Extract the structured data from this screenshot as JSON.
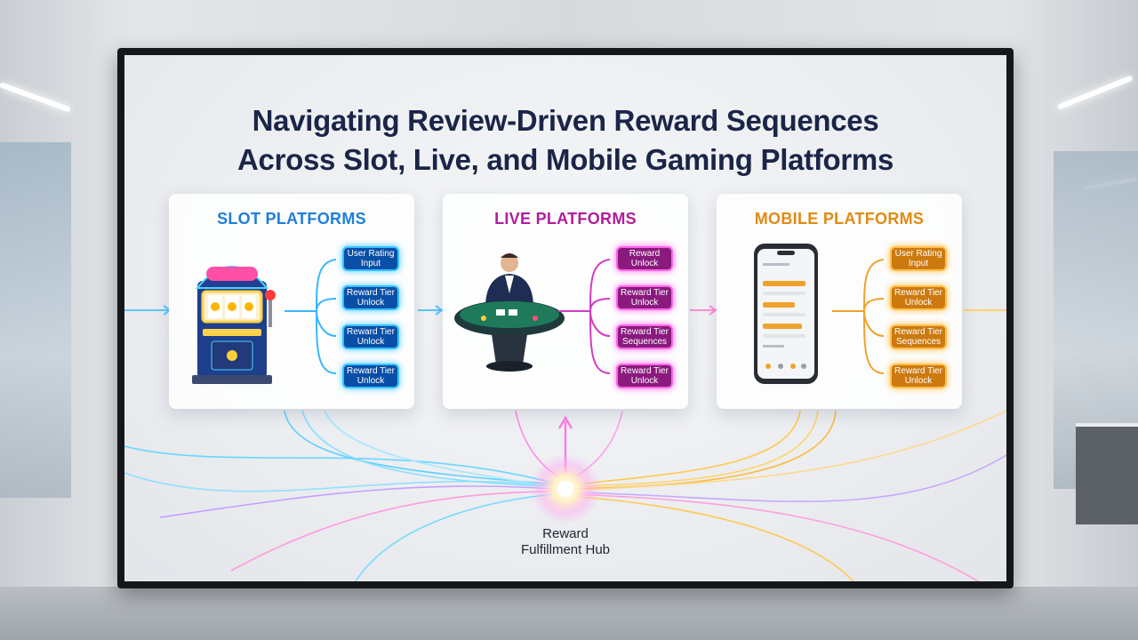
{
  "title_lines": [
    "Navigating Review-Driven Reward Sequences",
    "Across Slot, Live, and Mobile Gaming Platforms"
  ],
  "colors": {
    "slot": "#1e7fd8",
    "live": "#b01e9c",
    "mobile": "#e08a12",
    "title": "#1b2547"
  },
  "panels": [
    {
      "title": "SLOT PLATFORMS",
      "icon": "slot-machine-icon",
      "steps": [
        "User Rating Input",
        "Reward Tier Unlock",
        "Reward Tier Unlock",
        "Reward Tier Unlock"
      ]
    },
    {
      "title": "LIVE PLATFORMS",
      "icon": "live-dealer-table-icon",
      "steps": [
        "Reward Unlock",
        "Reward Tier Unlock",
        "Reward Tier Sequences",
        "Reward Tier Unlock"
      ]
    },
    {
      "title": "MOBILE PLATFORMS",
      "icon": "smartphone-icon",
      "steps": [
        "User Rating Input",
        "Reward Tier Unlock",
        "Reward Tier Sequences",
        "Reward Tier Unlock"
      ]
    }
  ],
  "hub": {
    "line1": "Reward",
    "line2": "Fulfillment Hub",
    "icon": "glowing-hub-icon"
  }
}
